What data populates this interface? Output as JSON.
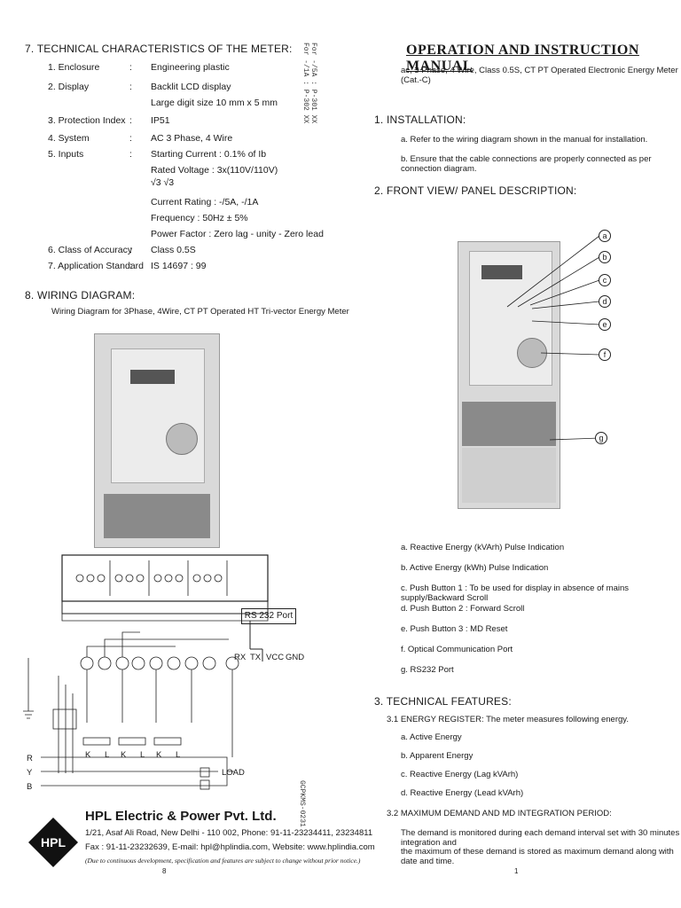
{
  "left": {
    "section7_title": "7. TECHNICAL CHARACTERISTICS OF THE METER:",
    "specs": [
      {
        "num": "1. Enclosure",
        "colon": ":",
        "value": "Engineering plastic"
      },
      {
        "num": "2. Display",
        "colon": ":",
        "value": "Backlit LCD display"
      },
      {
        "num": "",
        "colon": "",
        "value": "Large digit size 10 mm x 5 mm"
      },
      {
        "num": "3. Protection Index",
        "colon": ":",
        "value": "IP51"
      },
      {
        "num": "4. System",
        "colon": ":",
        "value": "AC 3 Phase, 4 Wire"
      },
      {
        "num": "5. Inputs",
        "colon": ":",
        "value": "Starting Current : 0.1% of Ib"
      },
      {
        "num": "",
        "colon": "",
        "value": "Rated Voltage : 3x(110V/110V)"
      },
      {
        "num": "",
        "colon": "",
        "value": "√3  √3"
      }
    ],
    "inputs_more": [
      "Current Rating : -/5A, -/1A",
      "Frequency : 50Hz ± 5%",
      "Power Factor : Zero lag - unity - Zero lead"
    ],
    "specs2": [
      {
        "num": "6. Class of Accuracy",
        "colon": ":",
        "value": "Class 0.5S"
      },
      {
        "num": "7. Application Standard",
        "colon": ":",
        "value": "IS 14697 : 99"
      }
    ],
    "section8_title": "8. WIRING DIAGRAM:",
    "wiring_caption": "Wiring Diagram for 3Phase, 4Wire, CT PT Operated HT Tri-vector Energy Meter",
    "side_code": "For -/5A : P-301 XX For -/1A : P-302 XX",
    "rs232_label": "RS 232 Port",
    "rs_pins": [
      "RX",
      "TX",
      "VCC",
      "GND"
    ],
    "phase_labels": [
      "R",
      "Y",
      "B"
    ],
    "load_label": "LOAD",
    "ct_labels": [
      "K",
      "L",
      "K",
      "L",
      "K",
      "L"
    ],
    "company": "HPL Electric & Power Pvt. Ltd.",
    "logo_text": "HPL",
    "address": "1/21, Asaf Ali Road, New Delhi - 110 002, Phone: 91-11-23234411, 23234811",
    "contact": "Fax : 91-11-23232639, E-mail: hpl@hplindia.com, Website: www.hplindia.com",
    "disclaimer": "(Due to continuous development, specification and features are subject to change without prior notice.)",
    "doc_code": "GCPKMS-0231",
    "page_num": "8"
  },
  "right": {
    "title": "OPERATION AND INSTRUCTION MANUAL",
    "subtitle": "ac, 3 Phase, 4 Wire, Class 0.5S, CT PT Operated Electronic Energy Meter (Cat.-C)",
    "sec1_title": "1. INSTALLATION:",
    "sec1_items": [
      "a.  Refer to the wiring diagram shown in the manual for installation.",
      "b.  Ensure that the cable connections are properly connected as per connection diagram."
    ],
    "sec2_title": "2. FRONT VIEW/ PANEL DESCRIPTION:",
    "callouts": [
      "a",
      "b",
      "c",
      "d",
      "e",
      "f",
      "g"
    ],
    "panel_items": [
      "a.  Reactive Energy (kVArh) Pulse Indication",
      "b.  Active Energy (kWh) Pulse Indication",
      "c.  Push Button 1 :  To be used for display in absence of mains supply/Backward Scroll",
      "d.  Push Button 2 :  Forward Scroll",
      "e.  Push Button 3  :  MD Reset",
      "f.   Optical Communication Port",
      "g.  RS232 Port"
    ],
    "sec3_title": "3. TECHNICAL FEATURES:",
    "sec31_title": "3.1  ENERGY REGISTER: The meter measures following energy.",
    "sec31_items": [
      "a.  Active Energy",
      "b.  Apparent Energy",
      "c.  Reactive Energy (Lag kVArh)",
      "d.  Reactive Energy (Lead kVArh)"
    ],
    "sec32_title": "3.2  MAXIMUM DEMAND AND MD INTEGRATION PERIOD:",
    "sec32_text1": "The demand is monitored during each demand interval set with 30 minutes integration and",
    "sec32_text2": "the maximum of these demand is stored as maximum demand along with date and time.",
    "page_num": "1"
  }
}
